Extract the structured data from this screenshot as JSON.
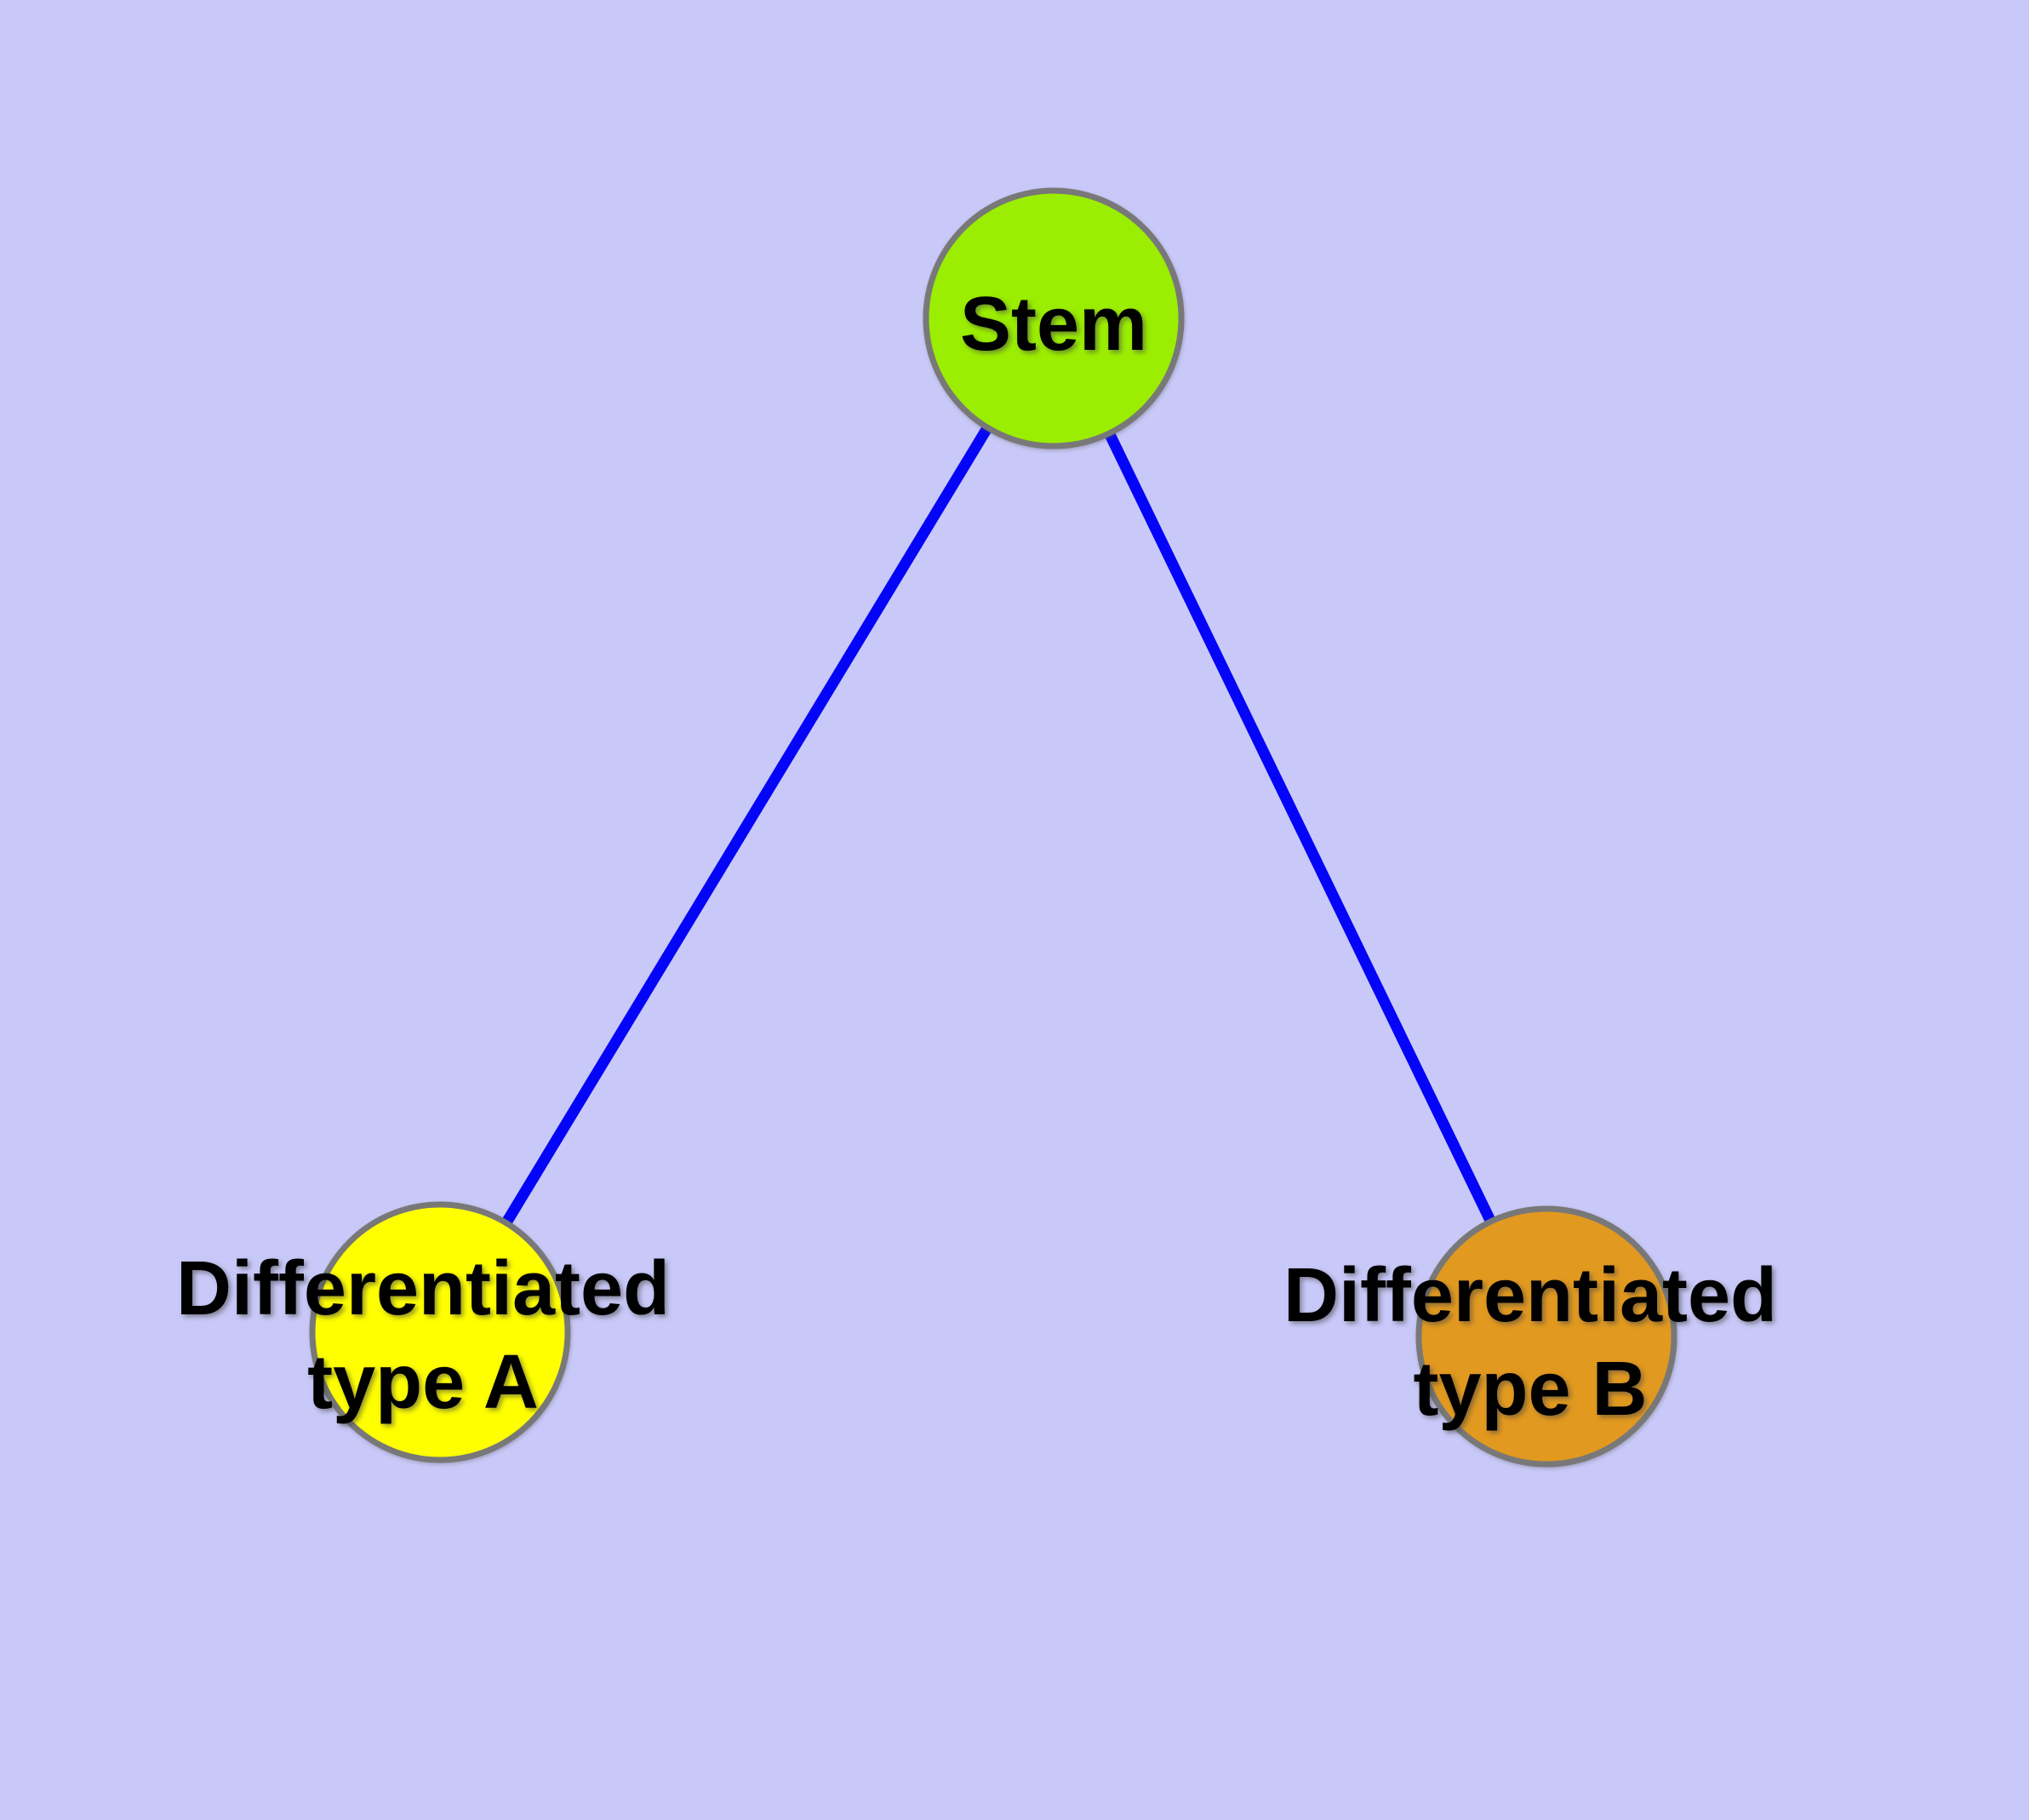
{
  "figure": {
    "background_color": "#c9c9f9"
  },
  "graph": {
    "edge_color": "#0404f8",
    "node_border_color": "#787878",
    "label_color": "#000000",
    "nodes": {
      "stem": {
        "label": "Stem",
        "fill_color": "#9bee01"
      },
      "type_a": {
        "label_line1": "Differentiated",
        "label_line2": "type A",
        "fill_color": "#ffff00"
      },
      "type_b": {
        "label_line1": "Differentiated",
        "label_line2": "type B",
        "fill_color": "#e2991f"
      }
    },
    "edges": [
      {
        "from": "Stem",
        "to": "Differentiated type A"
      },
      {
        "from": "Stem",
        "to": "Differentiated type B"
      }
    ]
  }
}
